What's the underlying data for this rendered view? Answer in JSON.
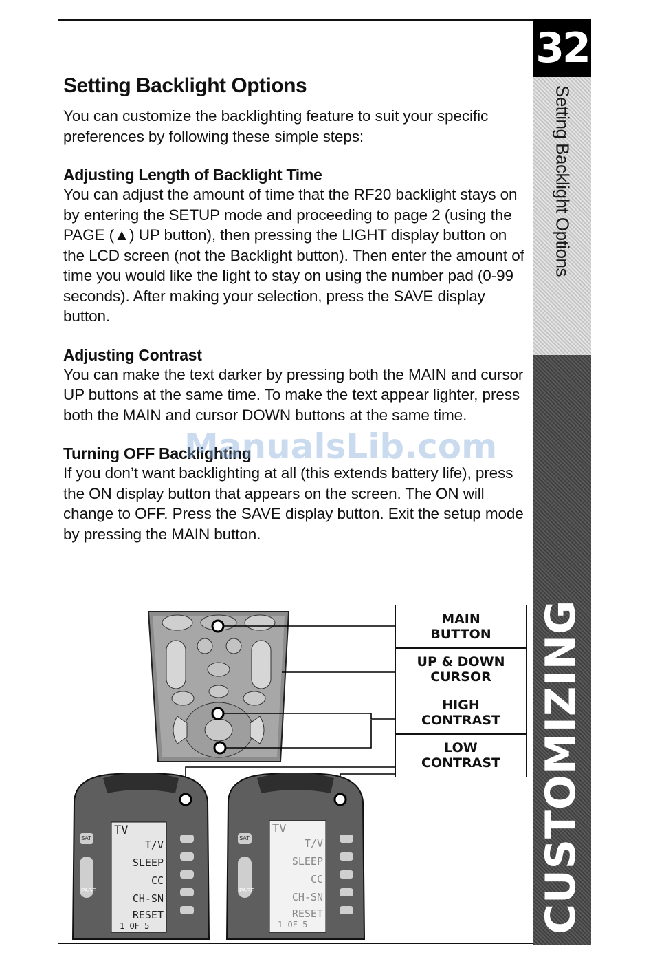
{
  "page": {
    "number": "32",
    "section_tab": "Setting Backlight Options",
    "chapter_tab": "CUSTOMIZING"
  },
  "heading": "Setting Backlight Options",
  "intro": "You can customize the backlighting feature to suit your specific preferences by following these simple steps:",
  "sections": [
    {
      "title": "Adjusting Length of Backlight Time",
      "body": "You can adjust the amount of time that the RF20 backlight stays on by entering the SETUP mode and proceeding to page 2 (using the PAGE (▲) UP button), then pressing the LIGHT display button on the LCD screen (not the Backlight button). Then enter the amount of time you would like the light to stay on using the number pad (0-99 seconds). After making your selection, press the SAVE display button."
    },
    {
      "title": "Adjusting Contrast",
      "body": "You can make the text darker by pressing both the MAIN and cursor UP buttons at the same time. To make the text appear lighter, press both the MAIN and cursor DOWN buttons at the same time."
    },
    {
      "title": "Turning OFF Backlighting",
      "body": "If you don’t want backlighting at all (this extends battery life), press the ON display button that appears on the screen. The ON will change to OFF. Press the SAVE display button. Exit the setup mode by pressing the MAIN button."
    }
  ],
  "watermark": "ManualsLib.com",
  "figure": {
    "callouts": [
      "MAIN\nBUTTON",
      "UP & DOWN\nCURSOR",
      "HIGH\nCONTRAST",
      "LOW\nCONTRAST"
    ],
    "lcd_left": {
      "mode": "TV",
      "items": [
        "T/V",
        "SLEEP",
        "CC",
        "CH-SN",
        "RESET"
      ],
      "page": "1 OF 5"
    },
    "lcd_right": {
      "mode": "TV",
      "items": [
        "T/V",
        "SLEEP",
        "CC",
        "CH-SN",
        "RESET"
      ],
      "page": "1 OF 5"
    },
    "side_buttons": {
      "top": "SAT",
      "page": "PAGE"
    },
    "colors": {
      "remote_body": "#8a8a8a",
      "remote_dark": "#333333",
      "lcd_high": "#e6e6e6",
      "lcd_low": "#f2f2f2"
    }
  }
}
